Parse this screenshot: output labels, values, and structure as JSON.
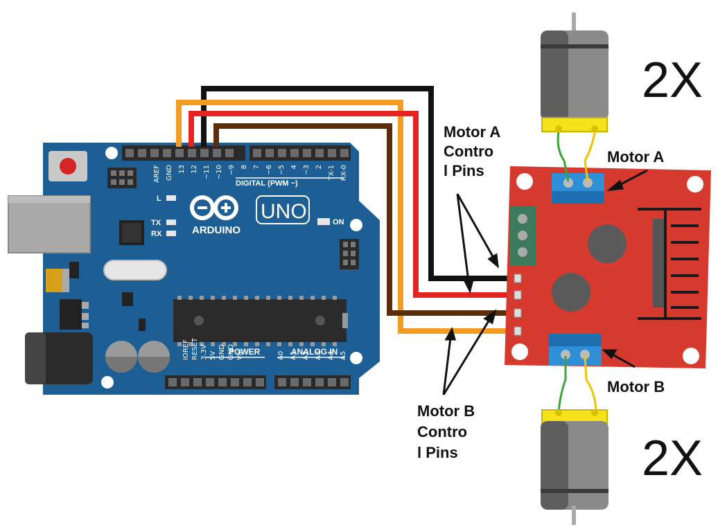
{
  "arduino": {
    "brand": "ARDUINO",
    "model": "UNO",
    "digital_header": "DIGITAL (PWM ~)",
    "power_header": "POWER",
    "analog_header": "ANALOG IN",
    "led_l": "L",
    "led_tx": "TX",
    "led_rx": "RX",
    "led_on": "ON",
    "digital_pins": [
      "AREF",
      "GND",
      "13",
      "12",
      "~11",
      "~10",
      "~9",
      "8",
      "7",
      "~6",
      "~5",
      "4",
      "~3",
      "2",
      "TX-1",
      "RX-0"
    ],
    "power_pins": [
      "IOREF",
      "RESET",
      "3.3V",
      "5V",
      "GND",
      "GND",
      "Vin"
    ],
    "analog_pins": [
      "A0",
      "A1",
      "A2",
      "A3",
      "A4",
      "A5"
    ]
  },
  "labels": {
    "motor_a_control": [
      "Motor A",
      "Contro",
      "l Pins"
    ],
    "motor_b_control": [
      "Motor B",
      "Contro",
      "l Pins"
    ],
    "motor_a": "Motor A",
    "motor_b": "Motor B",
    "quantity_top": "2X",
    "quantity_bottom": "2X"
  },
  "colors": {
    "arduino_board": "#1d5f94",
    "driver_board": "#d63a2e",
    "terminal_block": "#2f8fd6",
    "wire_black": "#111111",
    "wire_orange": "#f39c1f",
    "wire_red": "#e52421",
    "wire_brown": "#5a2e0c",
    "motor_wire_green": "#3aa53a",
    "motor_wire_yellow": "#f2c200",
    "motor_cap": "#f6e21a"
  }
}
